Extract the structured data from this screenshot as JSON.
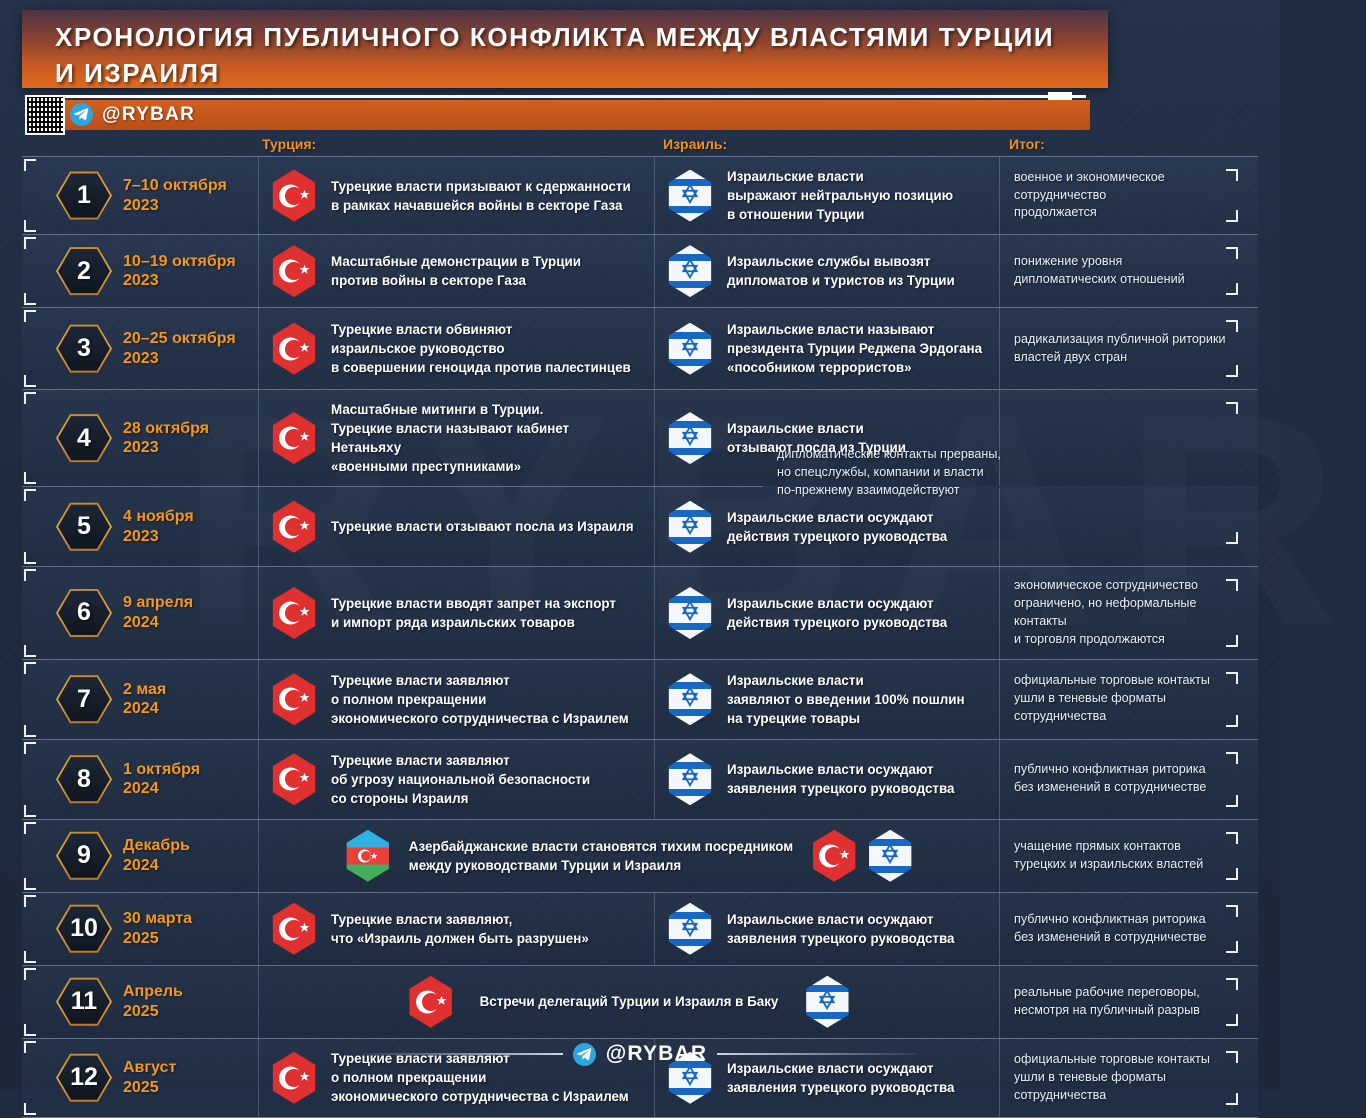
{
  "header": {
    "title": "ХРОНОЛОГИЯ ПУБЛИЧНОГО КОНФЛИКТА МЕЖДУ ВЛАСТЯМИ ТУРЦИИ И ИЗРАИЛЯ",
    "brand": "@RYBAR",
    "telegram_icon": "telegram-icon",
    "qr_icon": "qr-code-icon"
  },
  "colors": {
    "accent_orange": "#f4971f",
    "header_gradient_start": "#4e3347",
    "header_gradient_end": "#e2691d",
    "background": "#1e2b40",
    "turkey_red": "#e03030",
    "israel_blue": "#1768c4",
    "azerbaijan_blue": "#2fb0e0",
    "azerbaijan_red": "#e8403b",
    "azerbaijan_green": "#42b05a",
    "telegram_blue": "#2ea6dd"
  },
  "watermark": "RYBAR",
  "columns": {
    "date": "",
    "turkey": "Турция:",
    "israel": "Израиль:",
    "result": "Итог:"
  },
  "rows": [
    {
      "num": "1",
      "date": "7–10 октября\n2023",
      "turkey": "Турецкие власти призывают к сдержанности\nв рамках начавшейся войны в секторе Газа",
      "israel": "Израильские власти\nвыражают нейтральную позицию\nв отношении Турции",
      "result": "военное и экономическое сотрудничество\nпродолжается",
      "turkey_flag": "turkey-flag-icon",
      "israel_flag": "israel-flag-icon",
      "layout": "split",
      "result_rowspan": 1
    },
    {
      "num": "2",
      "date": "10–19 октября\n2023",
      "turkey": "Масштабные демонстрации в Турции\nпротив войны в секторе Газа",
      "israel": "Израильские службы вывозят\nдипломатов и туристов из Турции",
      "result": "понижение уровня\nдипломатических отношений",
      "turkey_flag": "turkey-flag-icon",
      "israel_flag": "israel-flag-icon",
      "layout": "split",
      "result_rowspan": 1
    },
    {
      "num": "3",
      "date": "20–25 октября\n2023",
      "turkey": "Турецкие власти обвиняют\nизраильское руководство\nв совершении геноцида против палестинцев",
      "israel": "Израильские власти называют\nпрезидента Турции Реджепа Эрдогана\n«пособником террористов»",
      "result": "радикализация публичной риторики\nвластей двух стран",
      "turkey_flag": "turkey-flag-icon",
      "israel_flag": "israel-flag-icon",
      "layout": "split",
      "result_rowspan": 1
    },
    {
      "num": "4",
      "date": "28 октября\n2023",
      "turkey": "Масштабные митинги в Турции.\nТурецкие власти называют кабинет Нетаньяху\n«военными преступниками»",
      "israel": "Израильские власти\nотзывают посла из Турции",
      "result": "дипломатические контакты прерваны,\nно спецслужбы, компании и власти\nпо-прежнему взаимодействуют",
      "turkey_flag": "turkey-flag-icon",
      "israel_flag": "israel-flag-icon",
      "layout": "split",
      "result_rowspan": 2
    },
    {
      "num": "5",
      "date": "4 ноября\n2023",
      "turkey": "Турецкие власти отзывают посла из Израиля",
      "israel": "Израильские власти осуждают\nдействия турецкого руководства",
      "result": "",
      "turkey_flag": "turkey-flag-icon",
      "israel_flag": "israel-flag-icon",
      "layout": "split",
      "result_rowspan": 0
    },
    {
      "num": "6",
      "date": "9 апреля\n2024",
      "turkey": "Турецкие власти вводят запрет на экспорт\nи импорт ряда израильских товаров",
      "israel": "Израильские власти осуждают\nдействия турецкого руководства",
      "result": "экономическое сотрудничество\nограничено, но неформальные контакты\nи торговля продолжаются",
      "turkey_flag": "turkey-flag-icon",
      "israel_flag": "israel-flag-icon",
      "layout": "split",
      "result_rowspan": 1
    },
    {
      "num": "7",
      "date": "2 мая\n2024",
      "turkey": "Турецкие власти заявляют\nо полном прекращении\nэкономического сотрудничества с Израилем",
      "israel": "Израильские власти\nзаявляют о введении 100% пошлин\nна турецкие товары",
      "result": "официальные торговые контакты\nушли в теневые форматы\nсотрудничества",
      "turkey_flag": "turkey-flag-icon",
      "israel_flag": "israel-flag-icon",
      "layout": "split",
      "result_rowspan": 1
    },
    {
      "num": "8",
      "date": "1 октября\n2024",
      "turkey": "Турецкие власти заявляют\nоб угрозу национальной безопасности\nсо стороны Израиля",
      "israel": "Израильские власти осуждают\nзаявления турецкого руководства",
      "result": "публично конфликтная риторика\nбез изменений в сотрудничестве",
      "turkey_flag": "turkey-flag-icon",
      "israel_flag": "israel-flag-icon",
      "layout": "split",
      "result_rowspan": 1
    },
    {
      "num": "9",
      "date": "Декабрь\n2024",
      "wide_text": "Азербайджанские власти становятся тихим посредником\nмежду руководствами Турции и Израиля",
      "result": "учащение прямых контактов\nтурецких и израильских властей",
      "lead_flag": "azerbaijan-flag-icon",
      "trail_flags": [
        "turkey-flag-icon",
        "israel-flag-icon"
      ],
      "layout": "wide-mediator",
      "result_rowspan": 1
    },
    {
      "num": "10",
      "date": "30 марта\n2025",
      "turkey": "Турецкие власти заявляют,\nчто «Израиль должен быть разрушен»",
      "israel": "Израильские власти осуждают\nзаявления турецкого руководства",
      "result": "публично конфликтная риторика\nбез изменений в сотрудничестве",
      "turkey_flag": "turkey-flag-icon",
      "israel_flag": "israel-flag-icon",
      "layout": "split",
      "result_rowspan": 1
    },
    {
      "num": "11",
      "date": "Апрель\n2025",
      "wide_text": "Встречи делегаций Турции и Израиля в Баку",
      "result": "реальные рабочие переговоры,\nнесмотря на публичный разрыв",
      "lead_flag": "turkey-flag-icon",
      "trail_flags": [
        "israel-flag-icon"
      ],
      "layout": "wide-meeting",
      "result_rowspan": 1
    },
    {
      "num": "12",
      "date": "Август\n2025",
      "turkey": "Турецкие власти заявляют\nо полном прекращении\nэкономического сотрудничества с Израилем",
      "israel": "Израильские власти осуждают\nзаявления турецкого руководства",
      "result": "официальные торговые контакты\nушли в теневые форматы\nсотрудничества",
      "turkey_flag": "turkey-flag-icon",
      "israel_flag": "israel-flag-icon",
      "layout": "split",
      "result_rowspan": 1
    }
  ],
  "footer": {
    "brand": "@RYBAR",
    "telegram_icon": "telegram-icon"
  }
}
